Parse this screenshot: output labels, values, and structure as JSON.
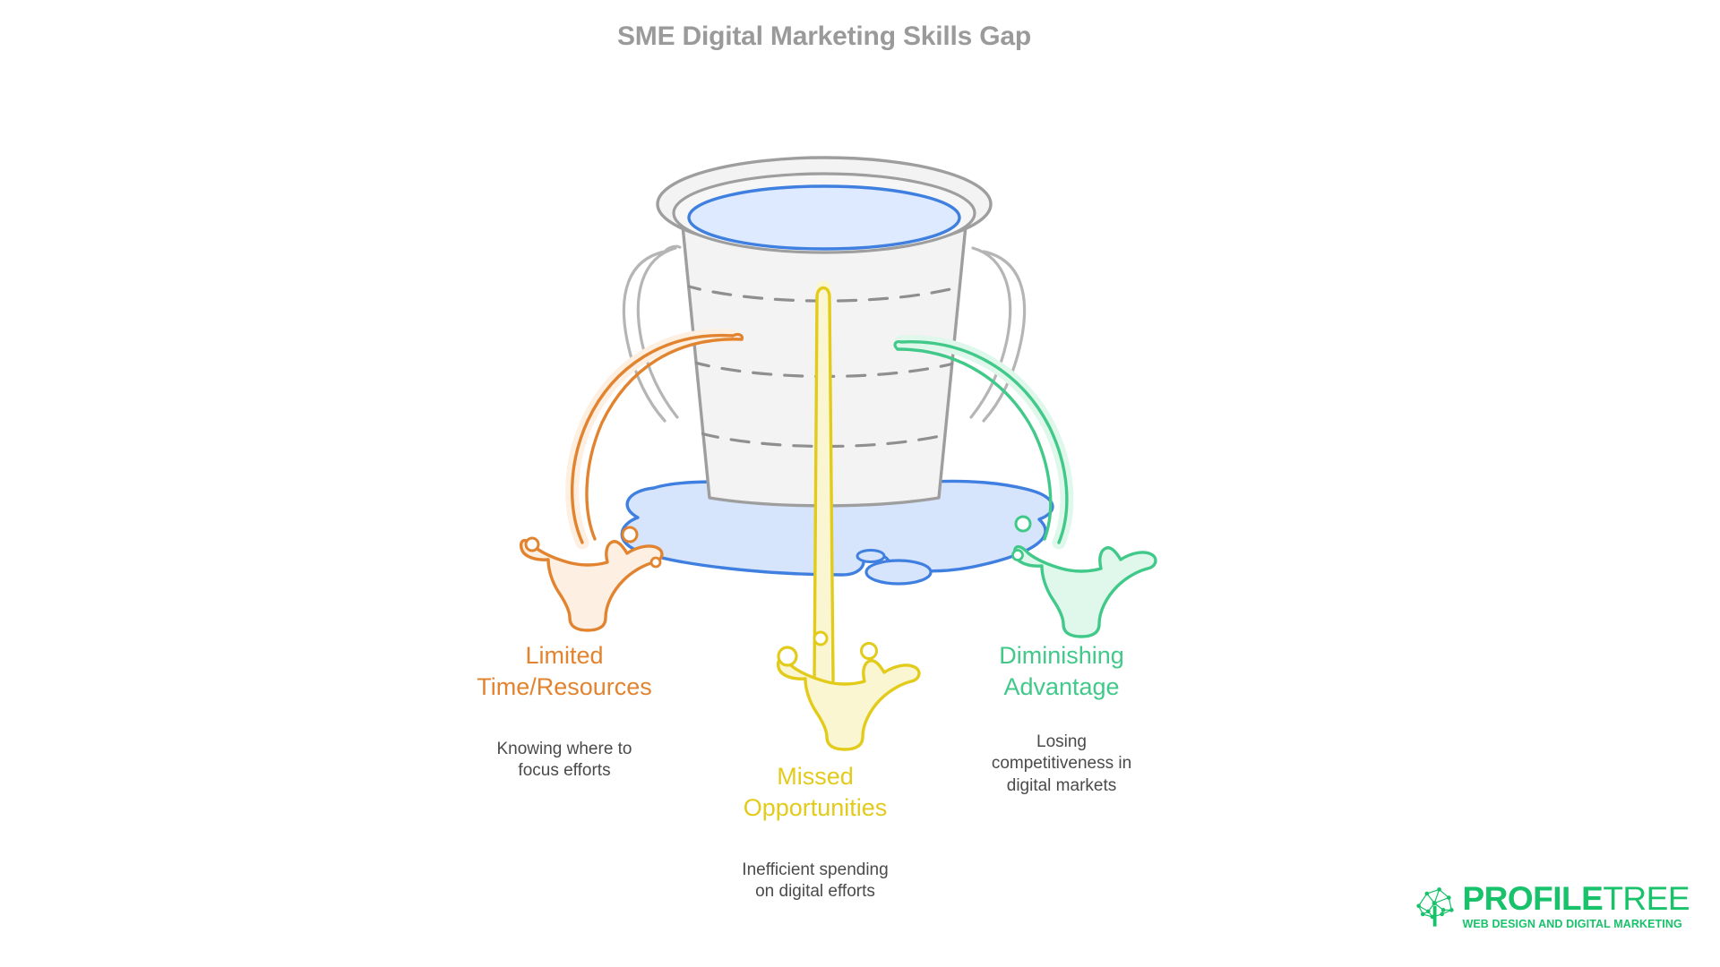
{
  "title": "SME Digital Marketing Skills Gap",
  "colors": {
    "title": "#9a9a9a",
    "orange": "#e2842f",
    "yellow": "#e2cb1a",
    "green": "#41c98a",
    "water_blue": "#3f7fe0",
    "water_fill": "#d6e4fc",
    "bucket_outline": "#9e9e9e",
    "bucket_fill": "#f3f3f3",
    "subtext": "#4a4a4a",
    "brand_green": "#17c26a"
  },
  "illustration": {
    "name": "leaky-bucket",
    "bucket_label": "bucket",
    "water_label": "water-surface",
    "puddle_label": "water-puddle",
    "streams": [
      "orange-leak-stream",
      "yellow-leak-stream",
      "green-leak-stream"
    ]
  },
  "leaks": [
    {
      "id": "limited-time",
      "color": "#e2842f",
      "title": "Limited\nTime/Resources",
      "title_line1": "Limited",
      "title_line2": "Time/Resources",
      "sub_line1": "Knowing where to",
      "sub_line2": "focus efforts",
      "sub": "Knowing where to focus efforts"
    },
    {
      "id": "missed-opportunities",
      "color": "#e2cb1a",
      "title": "Missed\nOpportunities",
      "title_line1": "Missed",
      "title_line2": "Opportunities",
      "sub_line1": "Inefficient spending",
      "sub_line2": "on digital efforts",
      "sub": "Inefficient spending on digital efforts"
    },
    {
      "id": "diminishing-advantage",
      "color": "#41c98a",
      "title": "Diminishing\nAdvantage",
      "title_line1": "Diminishing",
      "title_line2": "Advantage",
      "sub_line1": "Losing",
      "sub_line2": "competitiveness in",
      "sub_line3": "digital markets",
      "sub": "Losing competitiveness in digital markets"
    }
  ],
  "logo": {
    "bold": "PROFILE",
    "light": "TREE",
    "tagline": "WEB DESIGN AND DIGITAL MARKETING"
  }
}
